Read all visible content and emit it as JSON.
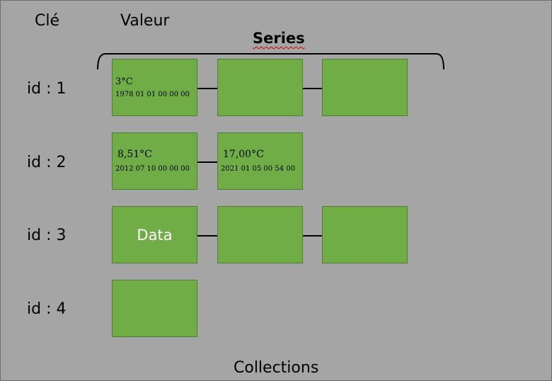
{
  "header": {
    "key_label": "Clé",
    "value_label": "Valeur"
  },
  "series_title": "Series",
  "footer_label": "Collections",
  "colors": {
    "background": "#a5a5a5",
    "box_fill": "#70ad47",
    "box_border": "#507e32"
  },
  "rows": [
    {
      "label": "id : 1",
      "boxes": [
        {
          "value": "3°C",
          "date": "1978 01 01 00 00 00"
        },
        {},
        {}
      ]
    },
    {
      "label": "id : 2",
      "boxes": [
        {
          "value": "8,51°C",
          "date": "2012 07 10 00 00 00"
        },
        {
          "value": "17,00°C",
          "date": "2021 01 05 00 54 00"
        }
      ]
    },
    {
      "label": "id : 3",
      "boxes": [
        {
          "text": "Data"
        },
        {},
        {}
      ]
    },
    {
      "label": "id : 4",
      "boxes": [
        {}
      ]
    }
  ]
}
